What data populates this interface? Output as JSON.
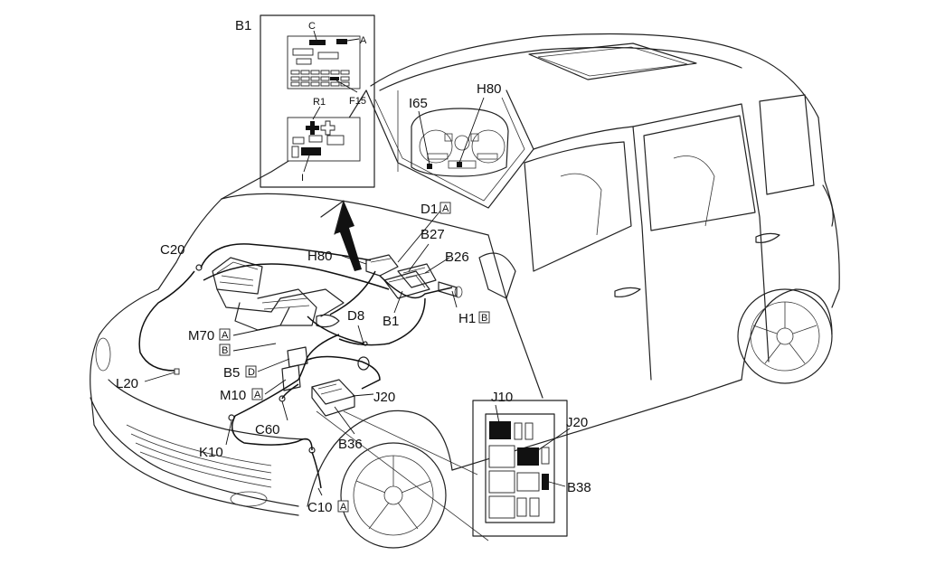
{
  "labels": {
    "B1_top": "B1",
    "C_inset": "C",
    "A_inset": "A",
    "F15": "F15",
    "R1": "R1",
    "I_inset": "I",
    "I65": "I65",
    "H80_dash": "H80",
    "D1": "D1",
    "D1_suffix": "A",
    "C20": "C20",
    "H80": "H80",
    "B27": "B27",
    "B26": "B26",
    "H1": "H1",
    "H1_suffix": "B",
    "B1": "B1",
    "D8": "D8",
    "M70": "M70",
    "M70_suffix_a": "A",
    "M70_suffix_b": "B",
    "B5": "B5",
    "B5_suffix": "D",
    "M10": "M10",
    "M10_suffix": "A",
    "L20": "L20",
    "C60": "C60",
    "J20": "J20",
    "B36": "B36",
    "K10": "K10",
    "C10": "C10",
    "C10_suffix": "A",
    "J10": "J10",
    "J20_inset": "J20",
    "B38": "B38"
  }
}
